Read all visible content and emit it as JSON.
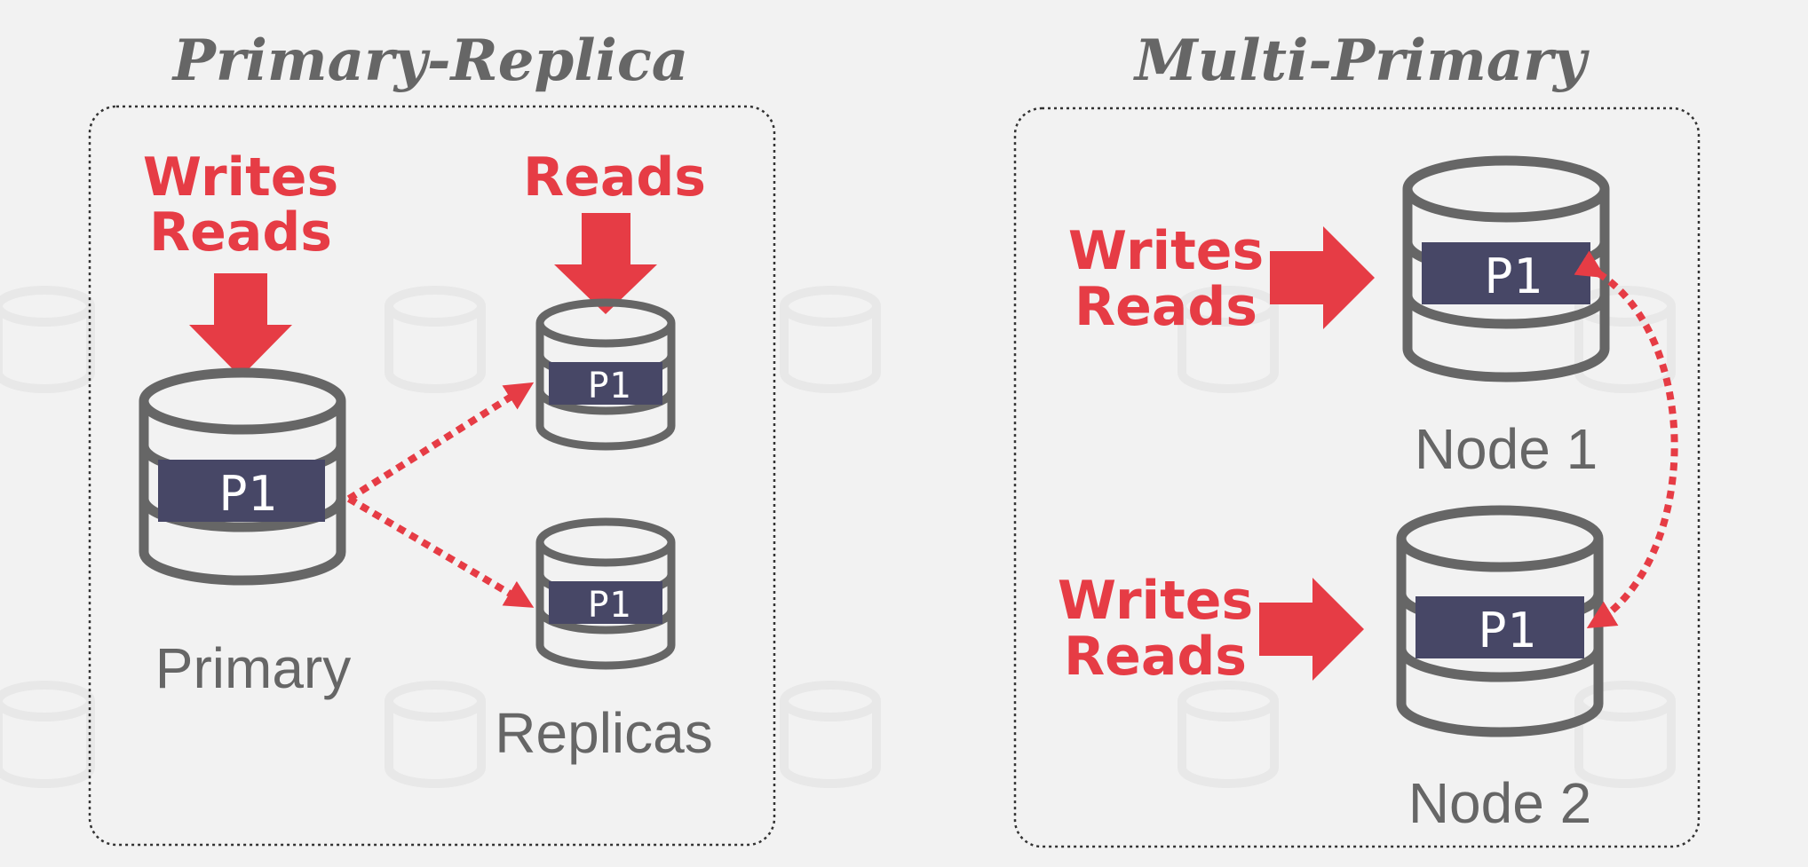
{
  "colors": {
    "accent": "#e63c45",
    "gray": "#666666",
    "partition": "#474766",
    "background": "#f2f2f2"
  },
  "left_panel": {
    "title": "Primary-Replica",
    "primary_ops": [
      "Writes",
      "Reads"
    ],
    "replica_ops": [
      "Reads"
    ],
    "primary_caption": "Primary",
    "replicas_caption": "Replicas",
    "partition_label": "P1"
  },
  "right_panel": {
    "title": "Multi-Primary",
    "node1_ops": [
      "Writes",
      "Reads"
    ],
    "node2_ops": [
      "Writes",
      "Reads"
    ],
    "node1_caption": "Node 1",
    "node2_caption": "Node 2",
    "partition_label": "P1"
  },
  "icons": [
    "database-icon",
    "arrow-down-icon",
    "arrow-right-icon",
    "dotted-arrow-icon"
  ]
}
